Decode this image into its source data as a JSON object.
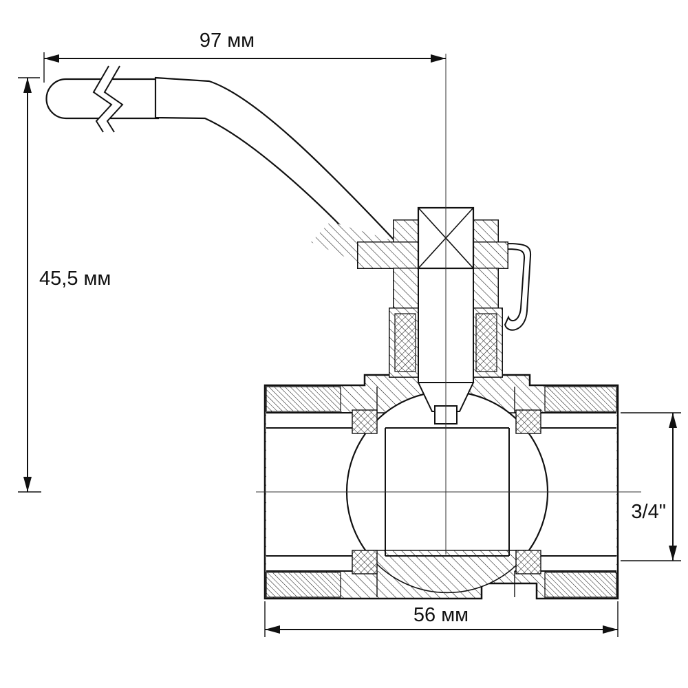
{
  "page": {
    "background": "#ffffff"
  },
  "drawing": {
    "subject": "ball-valve-cross-section-technical-drawing",
    "dimensions": {
      "handle_length": {
        "label": "97 мм"
      },
      "overall_height": {
        "label": "45,5 мм"
      },
      "thread_size": {
        "label": "3/4\""
      },
      "body_width": {
        "label": "56 мм"
      }
    },
    "colors": {
      "line": "#111111",
      "background": "#ffffff"
    }
  }
}
